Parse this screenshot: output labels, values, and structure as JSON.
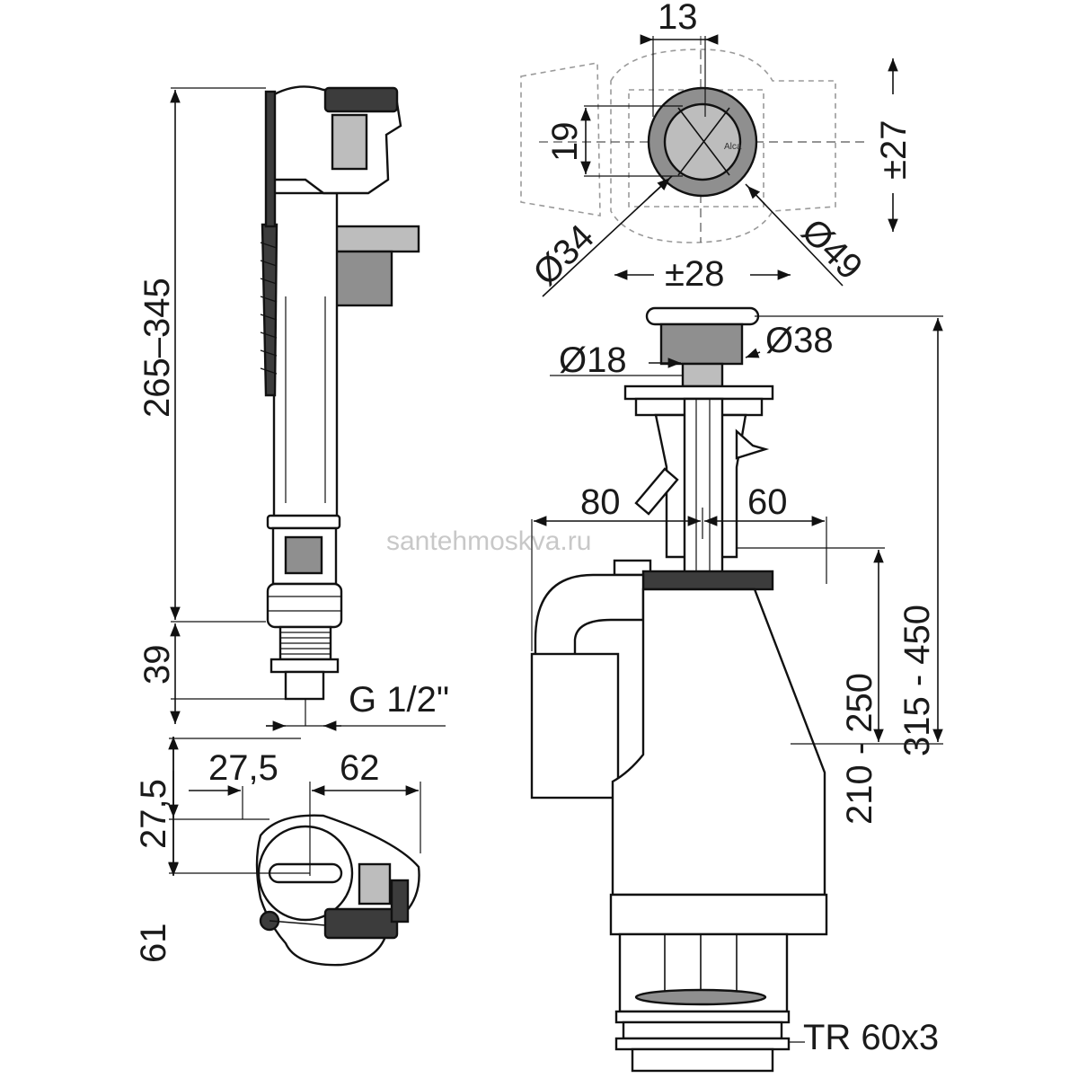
{
  "watermark": "santehmoskva.ru",
  "logo": "Alca",
  "fill_valve": {
    "height_range": "265–345",
    "thread_length": "39",
    "thread": "G 1/2\""
  },
  "fill_valve_top_view": {
    "offset_a": "27,5",
    "offset_b": "62",
    "offset_c": "27,5",
    "depth": "61"
  },
  "button_top_view": {
    "width": "13",
    "height": "19",
    "inner_diameter": "Ø34",
    "outer_diameter": "Ø49",
    "h_adjust": "±28",
    "v_adjust": "±27"
  },
  "flush_valve": {
    "stem_diameter": "Ø18",
    "button_diameter": "Ø38",
    "left_reach": "80",
    "right_reach": "60",
    "mid_height": "210 - 250",
    "total_height": "315 - 450",
    "thread": "TR 60x3"
  }
}
